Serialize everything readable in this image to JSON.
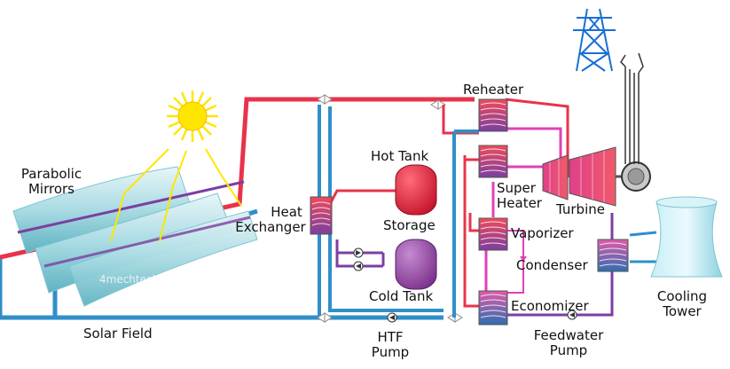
{
  "labels": {
    "parabolic_mirrors": [
      "Parabolic",
      "Mirrors"
    ],
    "solar_field": "Solar Field",
    "heat_exchanger": [
      "Heat",
      "Exchanger"
    ],
    "hot_tank": "Hot Tank",
    "storage": "Storage",
    "cold_tank": "Cold Tank",
    "htf_pump": [
      "HTF",
      "Pump"
    ],
    "reheater": "Reheater",
    "super_heater": [
      "Super",
      "Heater"
    ],
    "vaporizer": "Vaporizer",
    "economizer": "Economizer",
    "turbine": "Turbine",
    "condenser": "Condenser",
    "cooling_tower": [
      "Cooling",
      "Tower"
    ],
    "feedwater_pump": [
      "Feedwater",
      "Pump"
    ]
  },
  "watermark": "4mechtech.blogspot.com",
  "colors": {
    "hot_pipe": "#e8334a",
    "cold_pipe": "#2f8fc9",
    "steam_pipe": "#e040b8",
    "purple_pipe": "#7b3fa0",
    "sun": "#ffe600",
    "hot_tank": "#e0203a",
    "cold_tank": "#9b4fa8"
  }
}
